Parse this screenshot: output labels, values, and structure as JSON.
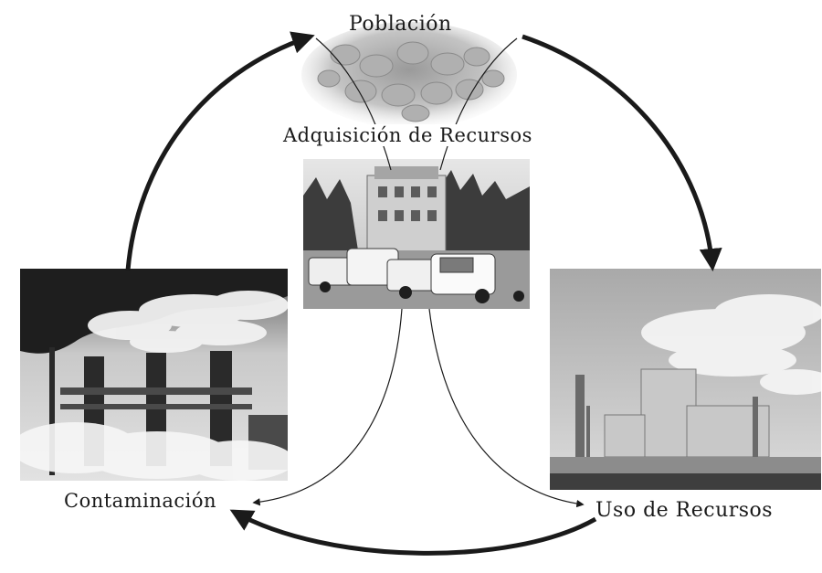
{
  "diagram": {
    "nodes": {
      "poblacion": "Población",
      "adquisicion": "Adquisición de Recursos",
      "contaminacion": "Contaminación",
      "uso": "Uso de Recursos"
    }
  },
  "colors": {
    "ink": "#1a1a1a",
    "background": "#ffffff"
  }
}
